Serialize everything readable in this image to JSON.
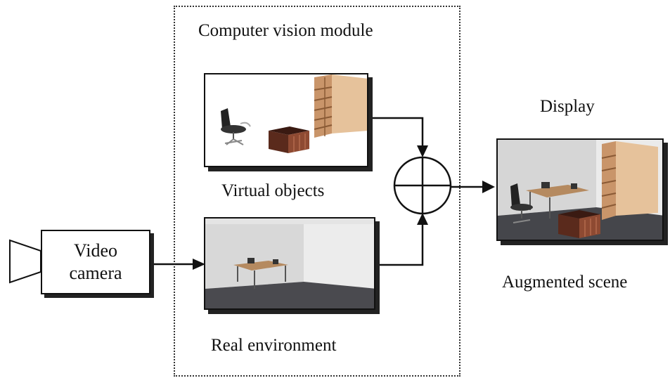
{
  "title": "Computer vision module",
  "camera": {
    "line1": "Video",
    "line2": "camera"
  },
  "virtual_label": "Virtual objects",
  "real_label": "Real environment",
  "display_label": "Display",
  "augmented_label": "Augmented scene",
  "icons": {
    "camera": "camera-lens-icon",
    "combiner": "circle-plus-icon"
  }
}
